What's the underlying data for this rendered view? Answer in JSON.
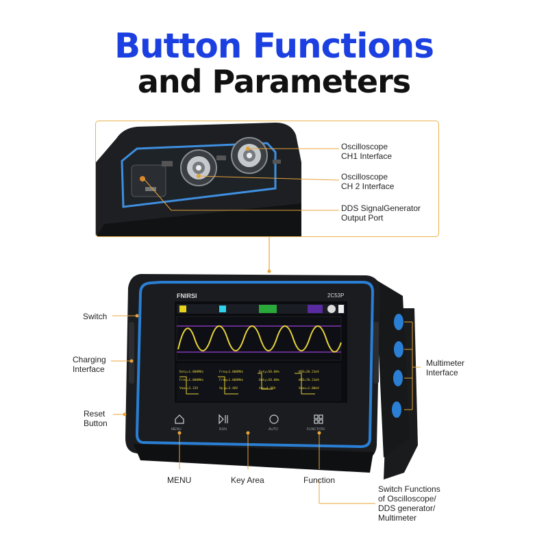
{
  "header": {
    "title_line1": "Button Functions",
    "title_line2": "and Parameters"
  },
  "colors": {
    "title_blue": "#1b3fe0",
    "accent_orange": "#e9a53a",
    "device_blue": "#2a7fd4",
    "device_body": "#1a1c1f"
  },
  "device": {
    "model": "2C53P",
    "brand": "FNIRSI",
    "buttons": [
      {
        "icon": "home-icon",
        "label": "MENU"
      },
      {
        "icon": "play-pause-icon",
        "label": "RUN"
      },
      {
        "icon": "auto-icon",
        "label": "AUTO"
      },
      {
        "icon": "function-icon",
        "label": "FUNCTION"
      }
    ],
    "screen_rows": [
      {
        "c1": "Duty=1.000MHz",
        "c2": "Freq=1.000MHz",
        "c3": "Duty=50.00%",
        "c4": "NSD=20.21mV"
      },
      {
        "c1": "Freq=1.000MHz",
        "c2": "Freq=1.000MHz",
        "c3": "Duty=50.00%",
        "c4": "WSD=70.21mV"
      },
      {
        "c1": "Vmax=3.33V",
        "c2": "Vp-p=3.40V",
        "c3": "Amp=4.98V",
        "c4": "Vmax=1.00mV"
      }
    ]
  },
  "labels": {
    "ch1": "Oscilloscope\nCH1 Interface",
    "ch2": "Oscilloscope\nCH 2 Interface",
    "dds": "DDS SignalGenerator\nOutput Port",
    "switch": "Switch",
    "charging": "Charging\nInterface",
    "reset": "Reset\nButton",
    "multimeter": "Multimeter\nInterface",
    "menu": "MENU",
    "key_area": "Key Area",
    "function": "Function",
    "switch_functions": "Switch Functions\nof Oscilloscope/\nDDS generator/\nMultimeter"
  }
}
